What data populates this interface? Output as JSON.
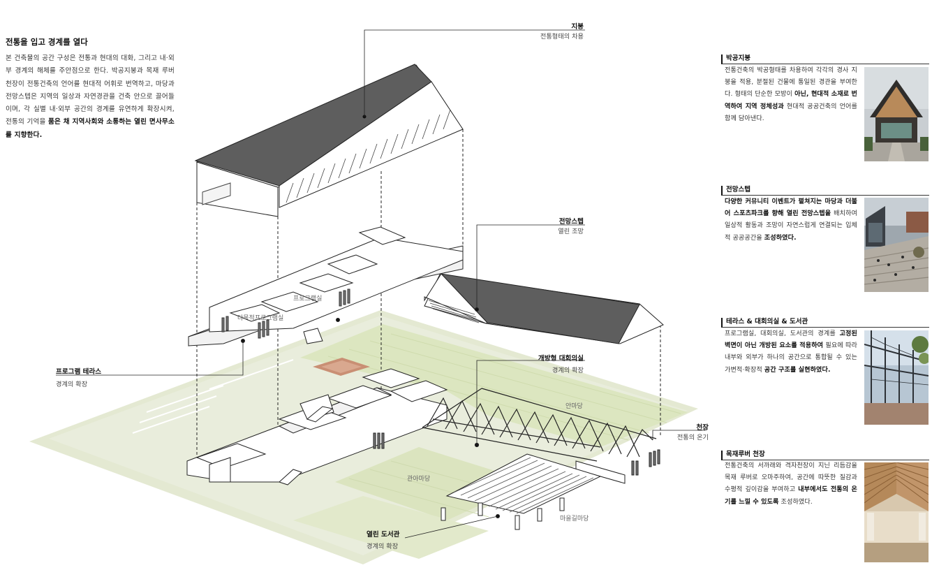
{
  "intro": {
    "title": "전통을 입고 경계를 열다",
    "body_plain": "본 건축물의 공간 구성은 전통과 현대의 대화, 그리고 내·외부 경계의 해체를 주안점으로 한다. 박공지붕과 목재 루버 천장이 전통건축의 언어를 현대적 어휘로 번역하고, 마당과 전망스텝은 지역의 일상과 자연경관을 건축 안으로 끌어들이며, 각 실별 내·외부 공간의 경계를 유연하게 확장시켜, 전통의 기억을 ",
    "body_bold": "품은 채 지역사회와 소통하는 열린 면사무소를 지향한다."
  },
  "callouts": {
    "roof": {
      "title": "지붕",
      "sub": "전통형태의 차용"
    },
    "view_step": {
      "title": "전망스텝",
      "sub": "열린 조망"
    },
    "program_terrace": {
      "title": "프로그램 테라스",
      "sub": "경계의 확장"
    },
    "open_hall": {
      "title": "개방형 대회의실",
      "sub": "경계의 확장"
    },
    "ceiling": {
      "title": "천장",
      "sub": "전통의 온기"
    },
    "open_library": {
      "title": "열린 도서관",
      "sub": "경계의 확장"
    }
  },
  "area_labels": {
    "program_room": "프로그램실",
    "multipurpose": "다목적프로그램실",
    "inner_yard": "안마당",
    "view_yard": "관아마당",
    "village_yard": "마을길마당"
  },
  "panels": [
    {
      "title": "박공지붕",
      "text_a": "전통건축의 박공형태를 차용하여 각각의 경사 지붕을 적용, 분절된 건물에 통일된 경관을 부여한다. 형태의 단순한 모방이 ",
      "text_b": "아닌, 현대적 소재로 번역하여 지역 정체성과",
      "text_c": " 현대적 공공건축의 언어를 함께 담아낸다."
    },
    {
      "title": "전망스텝",
      "text_a": "",
      "text_b": "다양한 커뮤니티 이벤트가 펼쳐지는 마당과 더불어 스포츠파크를 향해 열린 전망스텝을",
      "text_c": " 배치하여 일상적 활동과 조망이 자연스럽게 연결되는 입체적 공공공간을 ",
      "text_d": "조성하였다."
    },
    {
      "title": "테라스 & 대회의실 & 도서관",
      "text_a": "프로그램실, 대회의실, 도서관의 경계를 ",
      "text_b": "고정된 벽면이 아닌 개방된 요소를 적용하여",
      "text_c": " 필요에 따라 내부와 외부가 하나의 공간으로 통합될 수 있는 가변적·확장적 ",
      "text_d": "공간 구조를 실현하였다."
    },
    {
      "title": "목재루버 천장",
      "text_a": "전통건축의 서까래와 격자천장이 지닌 리듬감을 목재 루버로 오마주하여, 공간에 따뜻한 질감과 수평적 깊이감을 부여하고 ",
      "text_b": "내부에서도 전통의 온기를 느낄 수 있도록",
      "text_c": " 조성하였다."
    }
  ],
  "colors": {
    "grass": "#dfe7c6",
    "grass_dark": "#cfdcae",
    "pavement": "#ecece4",
    "roof": "#5e5e5e",
    "accent_brick": "#c98f74",
    "panel_rule": "#333333"
  },
  "icons": [
    "roof-photo",
    "step-photo",
    "terrace-photo",
    "louver-photo"
  ]
}
